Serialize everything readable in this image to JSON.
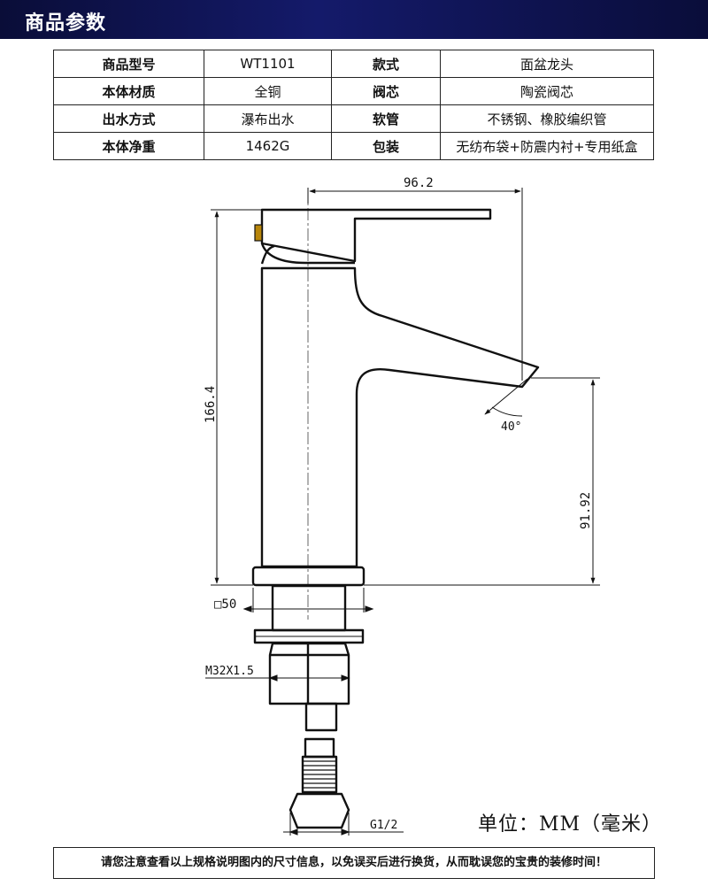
{
  "header": {
    "title": "商品参数"
  },
  "specs": {
    "rows": [
      [
        {
          "label": "商品型号",
          "value": "WT1101"
        },
        {
          "label": "款式",
          "value": "面盆龙头"
        }
      ],
      [
        {
          "label": "本体材质",
          "value": "全铜"
        },
        {
          "label": "阀芯",
          "value": "陶瓷阀芯"
        }
      ],
      [
        {
          "label": "出水方式",
          "value": "瀑布出水"
        },
        {
          "label": "软管",
          "value": "不锈钢、橡胶编织管"
        }
      ],
      [
        {
          "label": "本体净重",
          "value": "1462G"
        },
        {
          "label": "包装",
          "value": "无纺布袋+防震内衬+专用纸盒"
        }
      ]
    ]
  },
  "drawing": {
    "dim_width": "96.2",
    "dim_height": "166.4",
    "dim_spout_height": "91.92",
    "dim_angle": "40°",
    "dim_base": "□50",
    "dim_thread": "M32X1.5",
    "dim_hose": "G1/2"
  },
  "unit_label": "单位：MM（毫米）",
  "notice": "请您注意查看以上规格说明图内的尺寸信息，以免误买后进行换货，从而耽误您的宝贵的装修时间！"
}
